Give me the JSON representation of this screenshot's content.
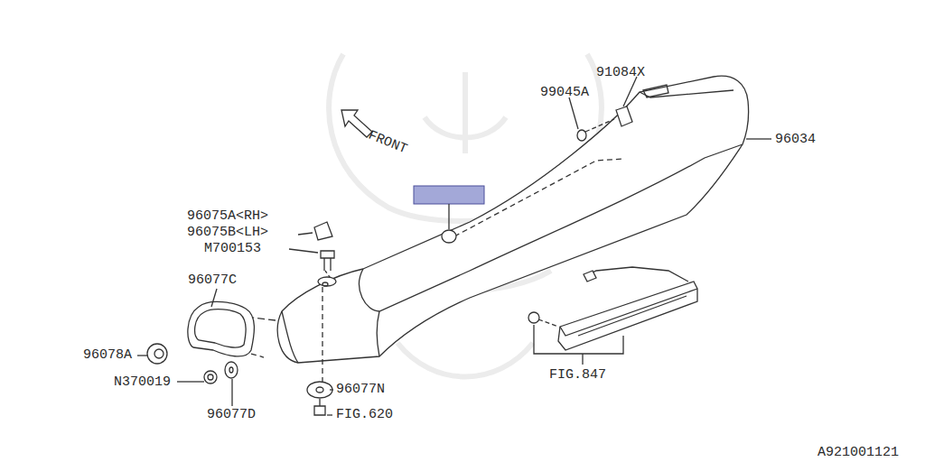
{
  "diagram": {
    "labels": [
      "99045A",
      "91084X",
      "96034",
      "FRONT",
      "96075A<RH>",
      "96075B<LH>",
      "M700153",
      "96077C",
      "96078A",
      "N370019",
      "96077D",
      "96077N",
      "FIG.620",
      "FIG.847",
      "A921001121"
    ]
  }
}
